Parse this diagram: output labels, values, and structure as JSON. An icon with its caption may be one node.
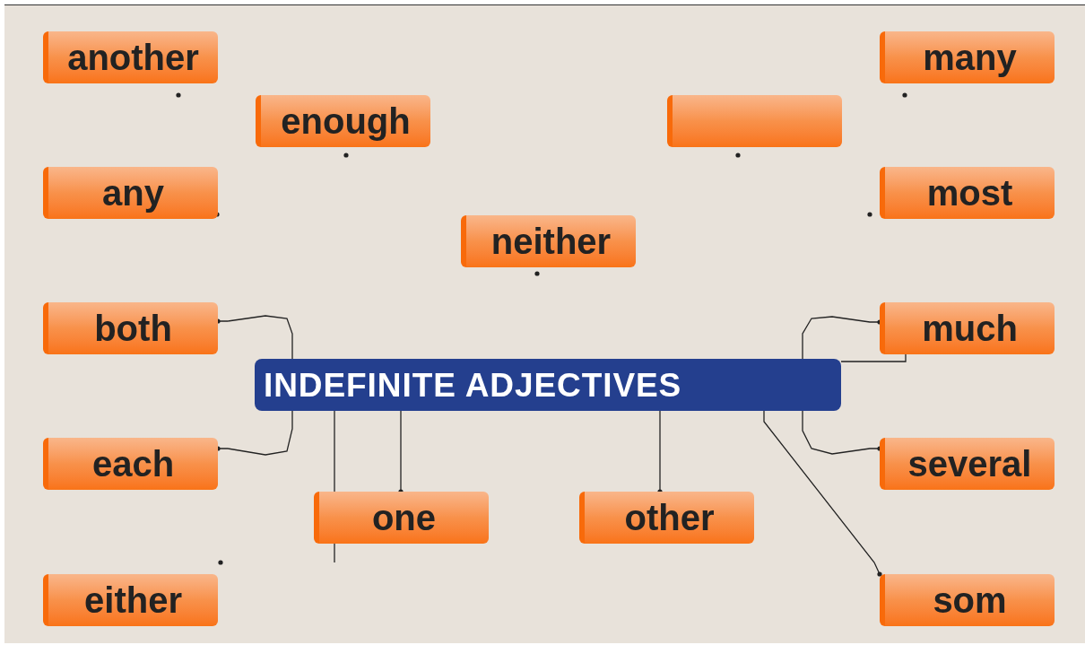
{
  "diagram": {
    "nodes": [
      {
        "text": [
          "another"
        ]
      },
      {
        "text": [
          "many"
        ]
      },
      {
        "text": [
          "enough"
        ]
      },
      {
        "text": [],
        "shape": "box"
      },
      {
        "text": [
          "any"
        ]
      },
      {
        "text": [
          "most"
        ]
      },
      {
        "text": [
          "neither"
        ]
      },
      {
        "text": [
          "both"
        ]
      },
      {
        "text": [
          "much"
        ]
      },
      {
        "text": [
          "INDEFINITE ADJECTIVES"
        ]
      },
      {
        "text": [
          "each"
        ]
      },
      {
        "text": [
          "several"
        ]
      },
      {
        "text": [
          "one"
        ]
      },
      {
        "text": [
          "other"
        ]
      },
      {
        "text": [
          "either"
        ]
      },
      {
        "text": [
          "som"
        ]
      }
    ],
    "edges": [
      {
        "from": 9,
        "to": 7,
        "arrow": "other"
      },
      {
        "from": 9,
        "to": 10,
        "arrow": "other"
      },
      {
        "from": 9,
        "to": 8,
        "arrow": "other"
      },
      {
        "from": 9,
        "to": 11,
        "arrow": "other"
      },
      {
        "from": 9,
        "to": 12,
        "arrow": "other"
      },
      {
        "from": 9,
        "to": 13,
        "arrow": "other"
      },
      {
        "from": 9,
        "to": 15,
        "arrow": "other"
      },
      {
        "from": 9,
        "to": null,
        "arrow": "none"
      },
      {
        "from": 9,
        "to": 8,
        "arrow": "none"
      }
    ]
  }
}
